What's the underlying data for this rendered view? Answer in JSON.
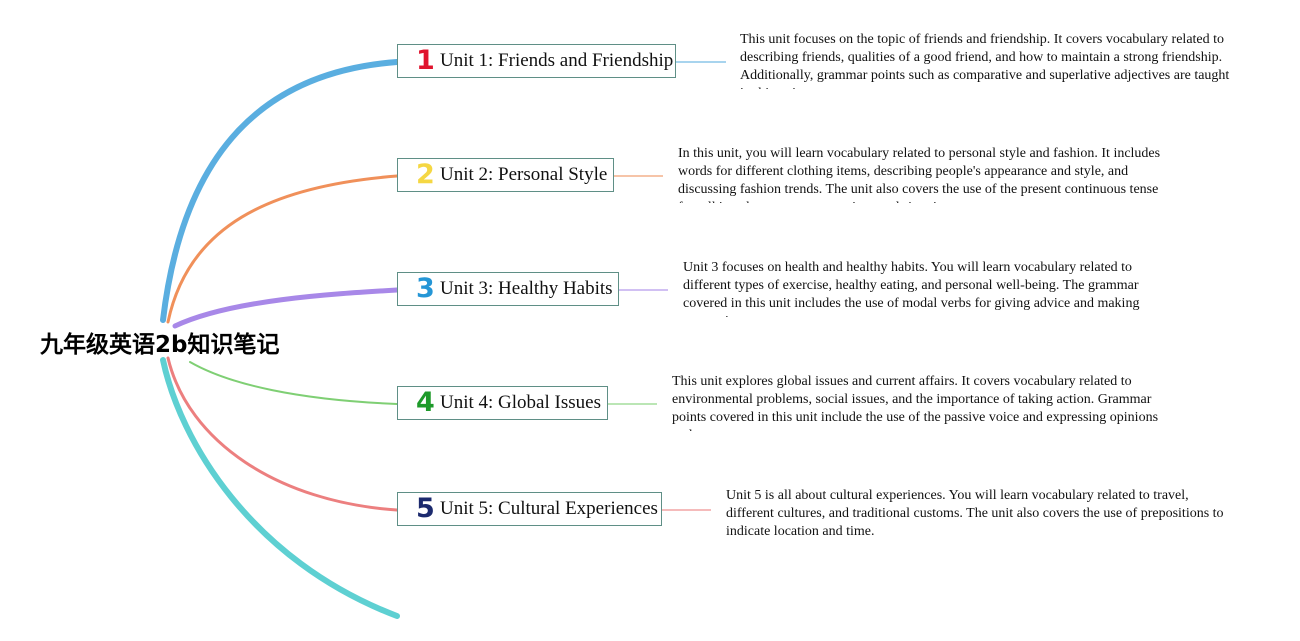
{
  "root": {
    "title": "九年级英语2b知识笔记"
  },
  "units": [
    {
      "number": "1",
      "label": "Unit 1: Friends and Friendship",
      "color": "#5aaee0",
      "numColor": "#e0142e",
      "description": "This unit focuses on the topic of friends and friendship. It covers vocabulary related to describing friends, qualities of a good friend, and how to maintain a strong friendship. Additionally, grammar points such as comparative and superlative adjectives are taught in this unit."
    },
    {
      "number": "2",
      "label": "Unit 2: Personal Style",
      "color": "#f0905a",
      "numColor": "#f5d743",
      "description": "In this unit, you will learn vocabulary related to personal style and fashion. It includes words for different clothing items, describing people's appearance and style, and discussing fashion trends. The unit also covers the use of the present continuous tense for talking about temporary actions and situations."
    },
    {
      "number": "3",
      "label": "Unit 3: Healthy Habits",
      "color": "#a888e8",
      "numColor": "#2596d6",
      "description": "Unit 3 focuses on health and healthy habits. You will learn vocabulary related to different types of exercise, healthy eating, and personal well-being. The grammar covered in this unit includes the use of modal verbs for giving advice and making suggestions."
    },
    {
      "number": "4",
      "label": "Unit 4: Global Issues",
      "color": "#7fcf74",
      "numColor": "#1e9a2a",
      "description": "This unit explores global issues and current affairs. It covers vocabulary related to environmental problems, social issues, and the importance of taking action. Grammar points covered in this unit include the use of the passive voice and expressing opinions and arguments."
    },
    {
      "number": "5",
      "label": "Unit 5: Cultural Experiences",
      "color": "#ec7f7f",
      "numColor": "#1c2a6e",
      "description": "Unit 5 is all about cultural experiences. You will learn vocabulary related to travel, different cultures, and traditional customs. The unit also covers the use of prepositions to indicate location and time."
    }
  ],
  "tail_color": "#5ed0d2"
}
